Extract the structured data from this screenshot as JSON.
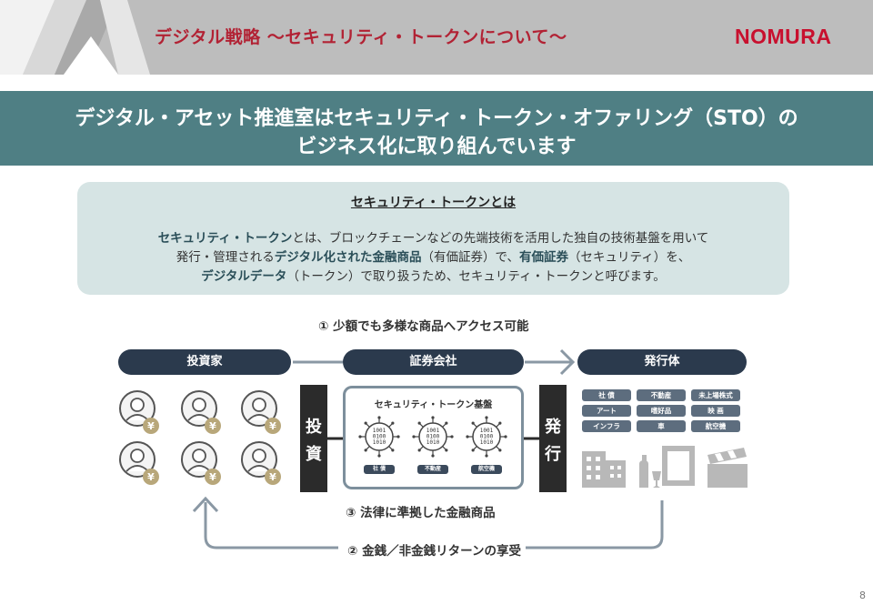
{
  "header": {
    "title": "デジタル戦略 ～セキュリティ・トークンについて～",
    "logo": "NOMURA"
  },
  "banner": {
    "line1": "デジタル・アセット推進室はセキュリティ・トークン・オファリング（STO）の",
    "line2": "ビジネス化に取り組んでいます"
  },
  "definition": {
    "title": "セキュリティ・トークンとは",
    "l1a": "セキュリティ・トークン",
    "l1b": "とは、ブロックチェーンなどの先端技術を活用した独自の技術基盤を用いて",
    "l2a": "発行・管理される",
    "l2b": "デジタル化された金融商品",
    "l2c": "（有価証券）で、",
    "l2d": "有価証券",
    "l2e": "（セキュリティ）を、",
    "l3a": "デジタルデータ",
    "l3b": "（トークン）で取り扱うため、セキュリティ・トークンと呼びます。"
  },
  "diagram": {
    "step1": "① 少額でも多様な商品へアクセス可能",
    "step2": "② 金銭／非金銭リターンの享受",
    "step3": "③ 法律に準拠した金融商品",
    "investors_label": "投資家",
    "broker_label": "証券会社",
    "issuer_label": "発行体",
    "invest_box": [
      "投",
      "資"
    ],
    "issue_box": [
      "発",
      "行"
    ],
    "platform_title": "セキュリティ・トークン基盤",
    "chip_text": [
      "1001",
      "0100",
      "1010"
    ],
    "platform_tags": [
      "社 債",
      "不動産",
      "航空機"
    ],
    "issuer_tags": [
      "社 債",
      "不動産",
      "未上場株式",
      "アート",
      "嗜好品",
      "映 画",
      "インフラ",
      "車",
      "航空機"
    ],
    "yen_symbol": "¥"
  },
  "page_number": "8",
  "colors": {
    "header_bg": "#bdbdbd",
    "title_red": "#b22234",
    "banner_teal": "#4f7f84",
    "box_bg": "#d6e4e4",
    "pill_navy": "#2b3a4d",
    "yen_gold": "#b8a77a"
  }
}
